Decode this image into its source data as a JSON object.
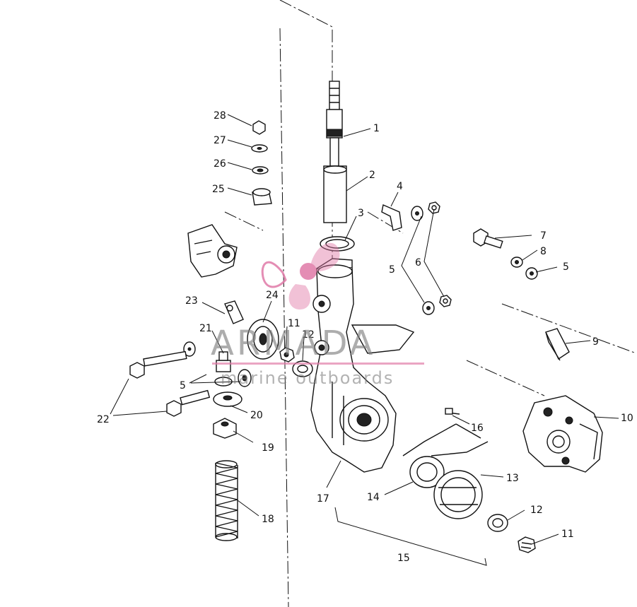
{
  "callouts": [
    "1",
    "2",
    "3",
    "4",
    "5",
    "6",
    "7",
    "8",
    "5",
    "9",
    "10",
    "28",
    "27",
    "26",
    "25",
    "24",
    "23",
    "21",
    "11",
    "12",
    "5",
    "22",
    "20",
    "19",
    "18",
    "17",
    "16",
    "14",
    "13",
    "12",
    "11",
    "15"
  ],
  "watermark": {
    "brand": "ARMADA",
    "tagline": "marine outboards",
    "accent_color": "#e07aa8"
  }
}
